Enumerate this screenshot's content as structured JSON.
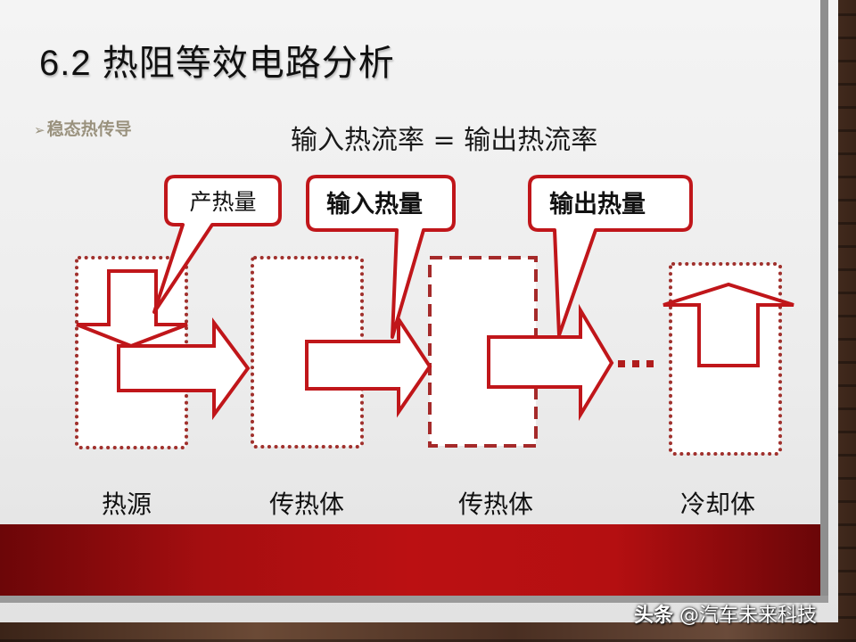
{
  "slide": {
    "title": "6.2 热阻等效电路分析",
    "bullet": {
      "marker": "➢",
      "text": "稳态热传导"
    },
    "equation": "输入热流率 = 输出热流率"
  },
  "callouts": [
    {
      "text": "产热量",
      "bold": false
    },
    {
      "text": "输入热量",
      "bold": true
    },
    {
      "text": "输出热量",
      "bold": true
    }
  ],
  "blocks": [
    {
      "label": "热源",
      "border": "dotted"
    },
    {
      "label": "传热体",
      "border": "dotted"
    },
    {
      "label": "传热体",
      "border": "dashed"
    },
    {
      "label": "冷却体",
      "border": "dotted"
    }
  ],
  "continuation": "...",
  "watermark": {
    "platform": "头条",
    "handle": "@汽车未来科技"
  },
  "colors": {
    "accent_red": "#c0161a",
    "border_dark_red": "#a52a2a",
    "band_red": "#bb1012",
    "slide_bg": "#efefef"
  }
}
